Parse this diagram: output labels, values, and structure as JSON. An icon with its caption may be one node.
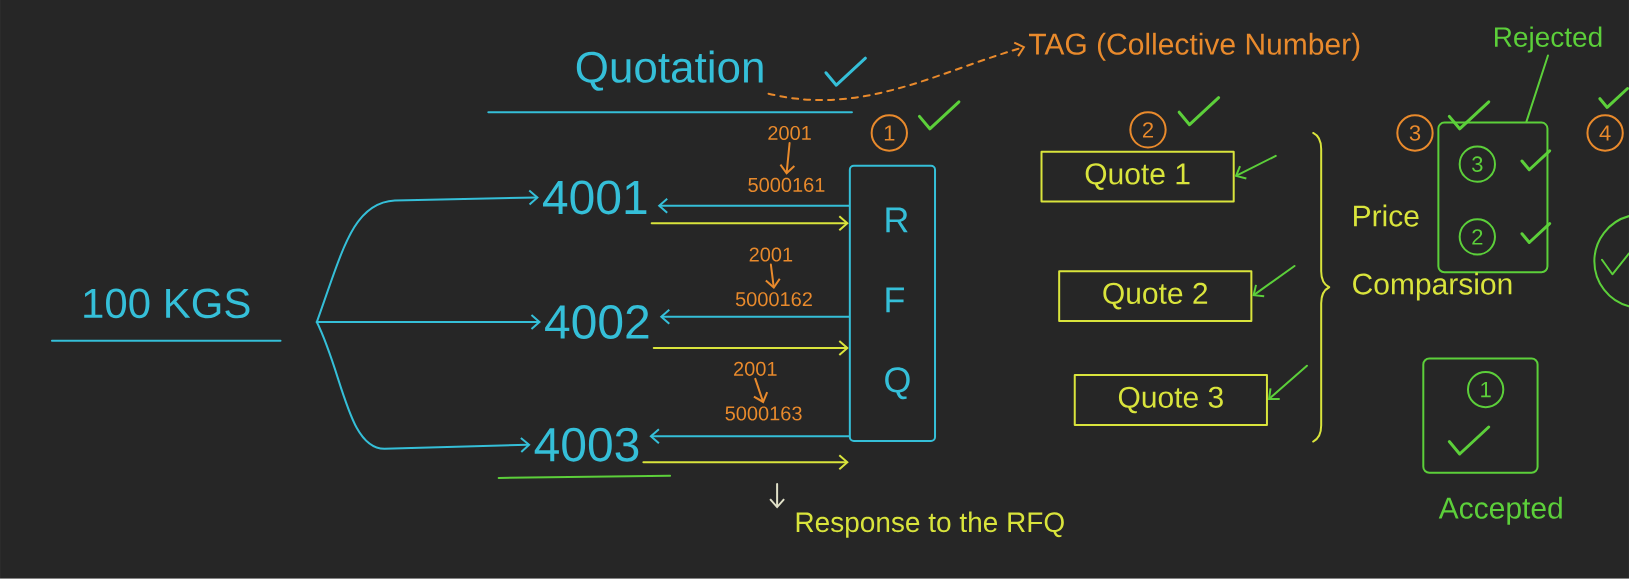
{
  "diagram": {
    "nodes": [
      {
        "text": [
          "100 KGS"
        ]
      },
      {
        "text": [
          "4001"
        ]
      },
      {
        "text": [
          "4002"
        ]
      },
      {
        "text": [
          "4003"
        ]
      },
      {
        "text": [
          "R F Q"
        ]
      },
      {
        "text": [
          "Quotation"
        ]
      },
      {
        "text": [
          "TAG (Collective Number)"
        ]
      },
      {
        "text": [
          "Quote 1"
        ]
      },
      {
        "text": [
          "Quote 2"
        ]
      },
      {
        "text": [
          "Quote 3"
        ]
      },
      {
        "text": [],
        "shape": "box"
      },
      {
        "text": [
          "3"
        ],
        "in": 10
      },
      {
        "text": [
          "2"
        ],
        "in": 10
      },
      {
        "text": [],
        "shape": "box",
        "beside": [
          "Accepted"
        ]
      },
      {
        "text": [
          "1"
        ],
        "in": 13
      },
      {
        "text": [
          "Rejected"
        ]
      },
      {
        "text": [
          "1"
        ]
      },
      {
        "text": [
          "2"
        ]
      },
      {
        "text": [
          "3"
        ]
      },
      {
        "text": [
          "4"
        ]
      },
      {
        "text": [
          "Response to the RFQ"
        ]
      },
      {
        "text": [
          "2001"
        ]
      },
      {
        "text": [
          "2001"
        ]
      },
      {
        "text": [
          "2001"
        ]
      },
      {
        "text": [
          "5000161"
        ]
      },
      {
        "text": [
          "5000162"
        ]
      },
      {
        "text": [
          "5000163"
        ]
      }
    ],
    "edges": [
      {
        "from": 0,
        "to": 1,
        "arrow": "to"
      },
      {
        "from": 0,
        "to": 2,
        "arrow": "to"
      },
      {
        "from": 0,
        "to": 3,
        "arrow": "to"
      },
      {
        "from": 4,
        "to": 1,
        "arrow": "to"
      },
      {
        "from": 4,
        "to": 2,
        "arrow": "to"
      },
      {
        "from": 4,
        "to": 3,
        "arrow": "to"
      },
      {
        "from": 1,
        "to": 4,
        "arrow": "to",
        "color": "#d9e43c"
      },
      {
        "from": 2,
        "to": 4,
        "arrow": "to",
        "color": "#d9e43c"
      },
      {
        "from": 3,
        "to": 4,
        "arrow": "to",
        "color": "#d9e43c"
      },
      {
        "from": null,
        "to": 7,
        "arrow": "to",
        "color": "#5ccf3a"
      },
      {
        "from": null,
        "to": 8,
        "arrow": "to",
        "color": "#5ccf3a"
      },
      {
        "from": null,
        "to": 9,
        "arrow": "to",
        "color": "#5ccf3a"
      },
      {
        "from": 5,
        "to": 6,
        "arrow": "to",
        "style": "dashed",
        "color": "#e98a2c"
      },
      {
        "from": 21,
        "to": 24,
        "arrow": "to",
        "color": "#e98a2c"
      },
      {
        "from": 22,
        "to": 25,
        "arrow": "to",
        "color": "#e98a2c"
      },
      {
        "from": 23,
        "to": 26,
        "arrow": "to",
        "color": "#e98a2c"
      },
      {
        "from": 15,
        "to": 10,
        "arrow": "none",
        "color": "#5ccf3a"
      },
      {
        "from": null,
        "to": 20,
        "arrow": "to",
        "color": "#e0e0c8"
      }
    ],
    "labels": [
      "Price Comparsion"
    ]
  }
}
